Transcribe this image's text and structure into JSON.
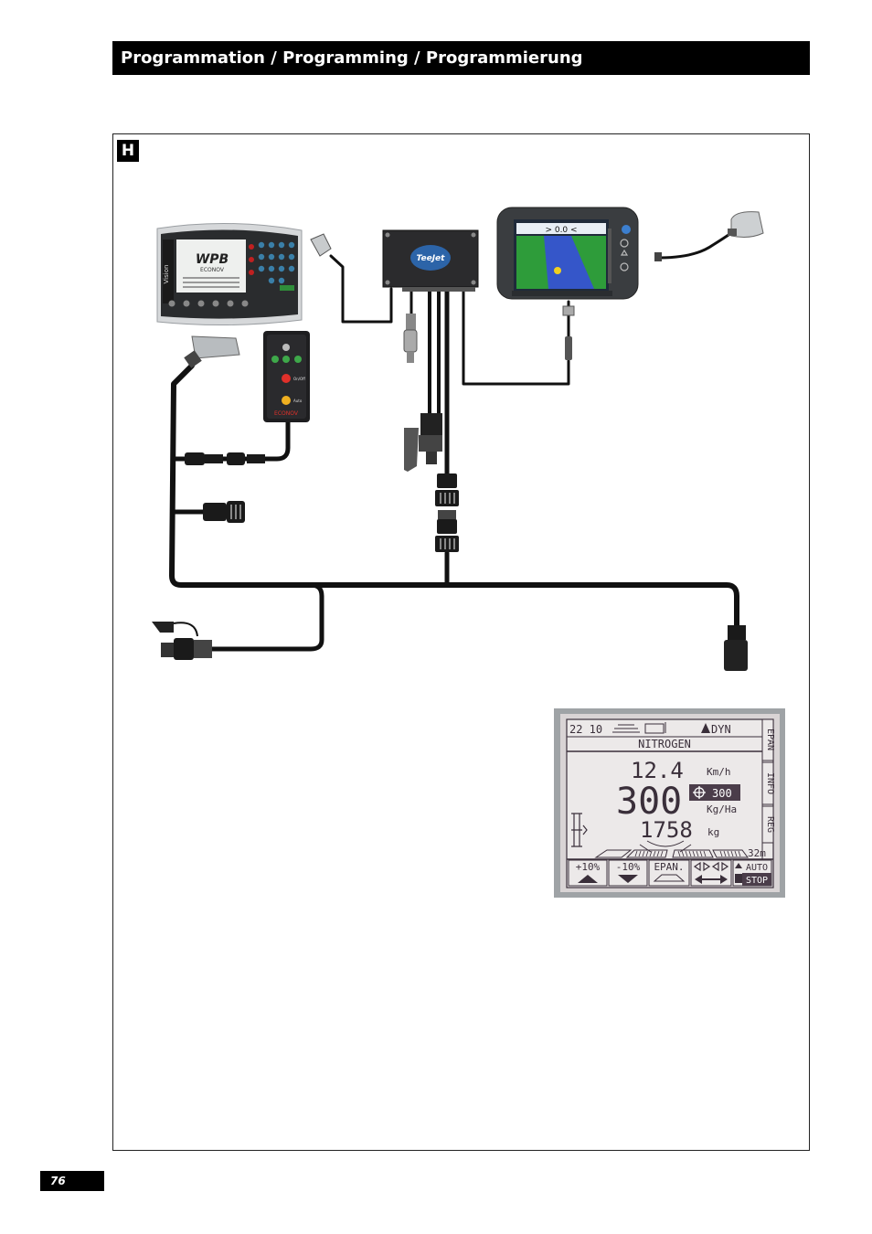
{
  "header": {
    "title": "Programmation / Programming / Programmierung"
  },
  "section": {
    "label": "H"
  },
  "footer": {
    "page_number": "76"
  },
  "console": {
    "brand": "Vision",
    "screen_title": "WPB",
    "screen_subtitle": "ECONOV"
  },
  "ecu_box": {
    "logo": "TeeJet"
  },
  "remote": {
    "label_onoff": "On/Off",
    "label_auto": "Auto",
    "label_brand": "ECONOV"
  },
  "gps_display": {
    "center_readout": "> 0.0 <"
  },
  "lcd": {
    "status_left": "22 10",
    "status_mode": "DYN",
    "product": "NITROGEN",
    "speed": "12.4",
    "speed_unit": "Km/h",
    "rate": "300",
    "target_rate": "300",
    "rate_unit": "Kg/Ha",
    "weight": "1758",
    "weight_unit": "kg",
    "width": "32m",
    "side_tabs": [
      "EPAN",
      "INFO",
      "REG"
    ],
    "buttons": [
      "+10%",
      "-10%",
      "EPAN.",
      "",
      "AUTO STOP"
    ],
    "auto_label": "AUTO",
    "stop_label": "STOP"
  }
}
